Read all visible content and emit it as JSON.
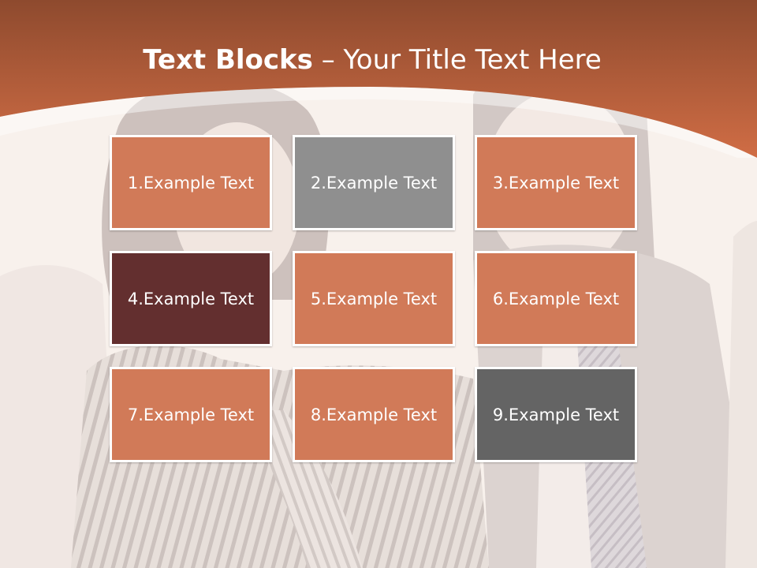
{
  "slide": {
    "title_bold": "Text Blocks",
    "title_sep": " – ",
    "title_rest": "Your Title Text Here"
  },
  "colors": {
    "header": "#c8663f",
    "orange": "#d17a58",
    "gray": "#8f8f8f",
    "maroon": "#632f2f",
    "dark": "#646464"
  },
  "blocks": [
    {
      "label": "1.Example Text",
      "color": "orange"
    },
    {
      "label": "2.Example Text",
      "color": "gray"
    },
    {
      "label": "3.Example Text",
      "color": "orange"
    },
    {
      "label": "4.Example Text",
      "color": "maroon"
    },
    {
      "label": "5.Example Text",
      "color": "orange"
    },
    {
      "label": "6.Example Text",
      "color": "orange"
    },
    {
      "label": "7.Example Text",
      "color": "orange"
    },
    {
      "label": "8.Example Text",
      "color": "orange"
    },
    {
      "label": "9.Example Text",
      "color": "dark"
    }
  ]
}
